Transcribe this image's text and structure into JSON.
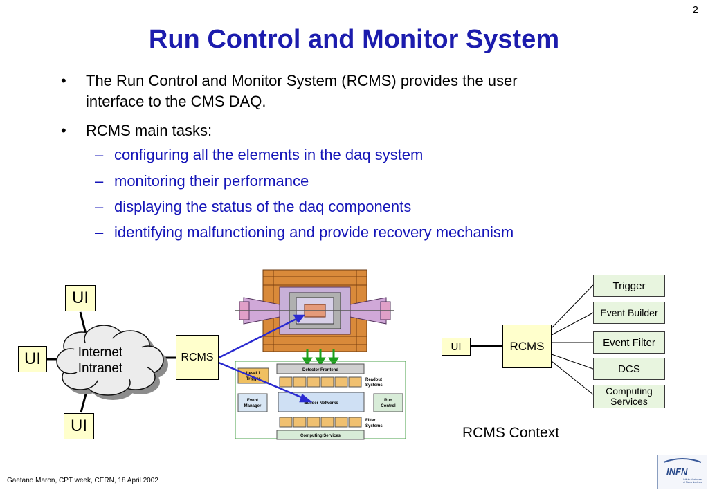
{
  "slide": {
    "page_number": "2",
    "title": "Run Control and Monitor System",
    "bullets": [
      {
        "line1": "The Run Control and Monitor System (RCMS) provides the user",
        "line2": "interface to the CMS DAQ."
      },
      {
        "text": "RCMS main tasks:"
      }
    ],
    "subbullets": [
      "configuring all the elements in the daq system",
      "monitoring their performance",
      "displaying the status of the daq components",
      "identifying  malfunctioning and provide recovery mechanism"
    ],
    "footer": "Gaetano Maron, CPT week, CERN, 18 April 2002"
  },
  "left_diagram": {
    "ui_top": "UI",
    "ui_left": "UI",
    "ui_bottom": "UI",
    "cloud_line1": "Internet",
    "cloud_line2": "Intranet",
    "rcms": "RCMS",
    "daq_labels": {
      "detector_frontend": "Detector Frontend",
      "level1_trigger_line1": "Level 1",
      "level1_trigger_line2": "Trigger",
      "readout_systems_line1": "Readout",
      "readout_systems_line2": "Systems",
      "event_manager_line1": "Event",
      "event_manager_line2": "Manager",
      "builder_networks": "Builder Networks",
      "run_control_line1": "Run",
      "run_control_line2": "Control",
      "filter_systems_line1": "Filter",
      "filter_systems_line2": "Systems",
      "computing_services": "Computing Services"
    }
  },
  "context_diagram": {
    "ui": "UI",
    "rcms": "RCMS",
    "targets": {
      "trigger": "Trigger",
      "event_builder": "Event Builder",
      "event_filter": "Event Filter",
      "dcs": "DCS",
      "computing_line1": "Computing",
      "computing_line2": "Services"
    },
    "caption": "RCMS Context"
  },
  "logo": {
    "text": "INFN",
    "subtitle_line1": "Istituto Nazionale",
    "subtitle_line2": "di Fisica Nucleare"
  },
  "colors": {
    "title": "#1c1cad",
    "subbullet": "#1515b8",
    "ui_box": "#ffffcc",
    "context_box": "#e8f5df",
    "arrow": "#2a2ad0"
  }
}
